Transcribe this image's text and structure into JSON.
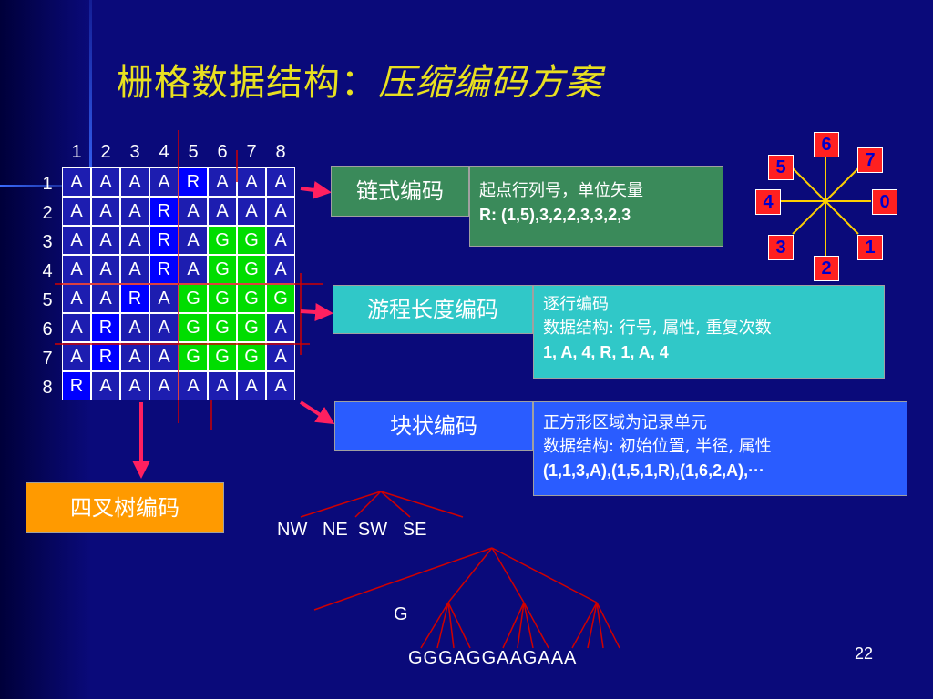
{
  "title": {
    "main": "栅格数据结构：",
    "italic": "压缩编码方案"
  },
  "grid": {
    "col_labels": [
      "1",
      "2",
      "3",
      "4",
      "5",
      "6",
      "7",
      "8"
    ],
    "row_labels": [
      "1",
      "2",
      "3",
      "4",
      "5",
      "6",
      "7",
      "8"
    ],
    "rows": [
      [
        "A",
        "A",
        "A",
        "A",
        "R",
        "A",
        "A",
        "A"
      ],
      [
        "A",
        "A",
        "A",
        "R",
        "A",
        "A",
        "A",
        "A"
      ],
      [
        "A",
        "A",
        "A",
        "R",
        "A",
        "G",
        "G",
        "A"
      ],
      [
        "A",
        "A",
        "A",
        "R",
        "A",
        "G",
        "G",
        "A"
      ],
      [
        "A",
        "A",
        "R",
        "A",
        "G",
        "G",
        "G",
        "G"
      ],
      [
        "A",
        "R",
        "A",
        "A",
        "G",
        "G",
        "G",
        "A"
      ],
      [
        "A",
        "R",
        "A",
        "A",
        "G",
        "G",
        "G",
        "A"
      ],
      [
        "R",
        "A",
        "A",
        "A",
        "A",
        "A",
        "A",
        "A"
      ]
    ]
  },
  "chain": {
    "label": "链式编码",
    "desc_line1": "起点行列号，单位矢量",
    "desc_line2": "R: (1,5),3,2,2,3,3,2,3"
  },
  "runlength": {
    "label": "游程长度编码",
    "desc_line1": "逐行编码",
    "desc_line2": "数据结构: 行号, 属性, 重复次数",
    "desc_line3": "1, A, 4, R, 1, A, 4"
  },
  "block": {
    "label": "块状编码",
    "desc_line1": "正方形区域为记录单元",
    "desc_line2": "数据结构: 初始位置, 半径, 属性",
    "desc_line3": "(1,1,3,A),(1,5,1,R),(1,6,2,A),···"
  },
  "quadtree": {
    "label": "四叉树编码",
    "quadrants": "NW   NE  SW   SE",
    "node_label": "G",
    "leaves": "GGGAGGAAGAAA"
  },
  "directions": [
    "6",
    "7",
    "0",
    "1",
    "2",
    "3",
    "4",
    "5"
  ],
  "colors": {
    "background": "#0a0a7a",
    "title": "#e8e020",
    "green_cell": "#00dd00",
    "r_cell": "#0000ff",
    "chain_box": "#3a8a5a",
    "runlength_box": "#30c8c8",
    "block_box": "#2a5cff",
    "quadtree_box": "#ff9a00",
    "arrow": "#ff2060",
    "direction_box": "#ff2020"
  },
  "page_number": "22"
}
